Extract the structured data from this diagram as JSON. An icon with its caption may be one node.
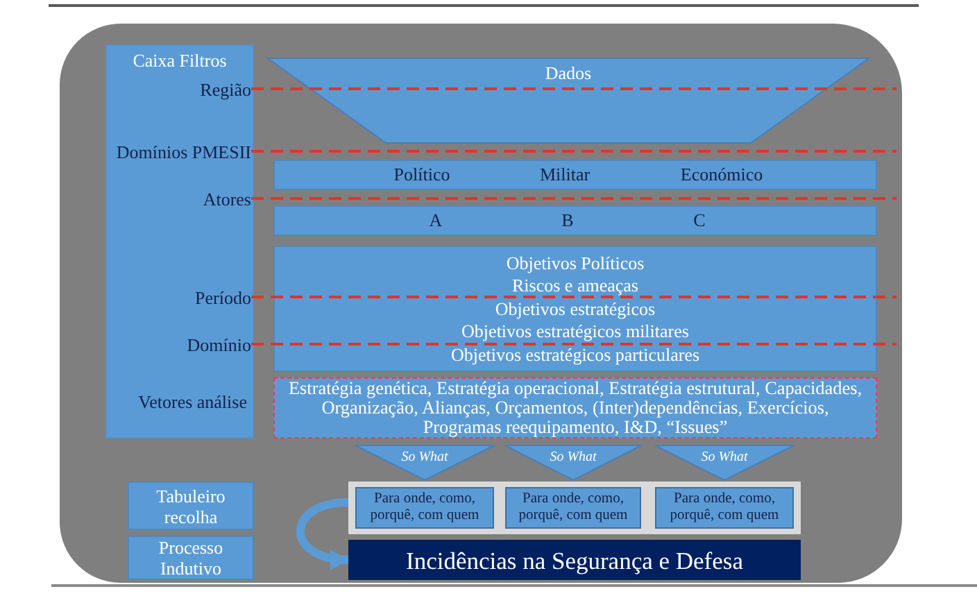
{
  "diagram": {
    "nodes": [
      {
        "text": [
          "Caixa Filtros",
          "Vetores análise"
        ]
      },
      {
        "text": [
          "Região"
        ],
        "in": 0
      },
      {
        "text": [
          "Domínios PMESII"
        ],
        "in": 0
      },
      {
        "text": [
          "Atores"
        ],
        "in": 0
      },
      {
        "text": [
          "Período"
        ],
        "in": 0
      },
      {
        "text": [
          "Domínio"
        ],
        "in": 0
      },
      {
        "text": [
          "Dados"
        ]
      },
      {
        "text": [
          "Político",
          "Militar",
          "Económico"
        ]
      },
      {
        "text": [
          "A",
          "B",
          "C"
        ]
      },
      {
        "text": [
          "Objetivos Políticos",
          "Riscos e ameaças",
          "Objetivos estratégicos",
          "Objetivos estratégicos militares",
          "Objetivos estratégicos particulares"
        ]
      },
      {
        "text": [
          "Estratégia genética, Estratégia operacional, Estratégia estrutural, Capacidades, Organização, Alianças, Orçamentos, (Inter)dependências, Exercícios, Programas reequipamento, I&D, “Issues”"
        ]
      },
      {
        "text": [
          "So What"
        ]
      },
      {
        "text": [
          "So What"
        ]
      },
      {
        "text": [
          "So What"
        ]
      },
      {
        "text": [
          "Tabuleiro recolha"
        ]
      },
      {
        "text": [],
        "shape": "box"
      },
      {
        "text": [
          "Para onde, como, porquê, com quem"
        ],
        "in": 15
      },
      {
        "text": [
          "Para onde, como, porquê, com quem"
        ],
        "in": 15
      },
      {
        "text": [
          "Para onde, como, porquê, com quem"
        ],
        "in": 15
      },
      {
        "text": [
          "Processo Indutivo"
        ]
      },
      {
        "text": [
          "Incidências na Segurança e Defesa"
        ]
      }
    ],
    "edges": [
      {
        "from": 1,
        "to": null,
        "arrow": "none",
        "style": "dashed",
        "color": "#e4322b"
      },
      {
        "from": 2,
        "to": null,
        "arrow": "none",
        "style": "dashed",
        "color": "#e4322b"
      },
      {
        "from": 3,
        "to": null,
        "arrow": "none",
        "style": "dashed",
        "color": "#e4322b"
      },
      {
        "from": 4,
        "to": null,
        "arrow": "none",
        "style": "dashed",
        "color": "#e4322b"
      },
      {
        "from": 5,
        "to": null,
        "arrow": "none",
        "style": "dashed",
        "color": "#e4322b"
      },
      {
        "from": 15,
        "to": 20,
        "arrow": "to",
        "style": "thick",
        "color": "#5b9bd5"
      }
    ]
  }
}
